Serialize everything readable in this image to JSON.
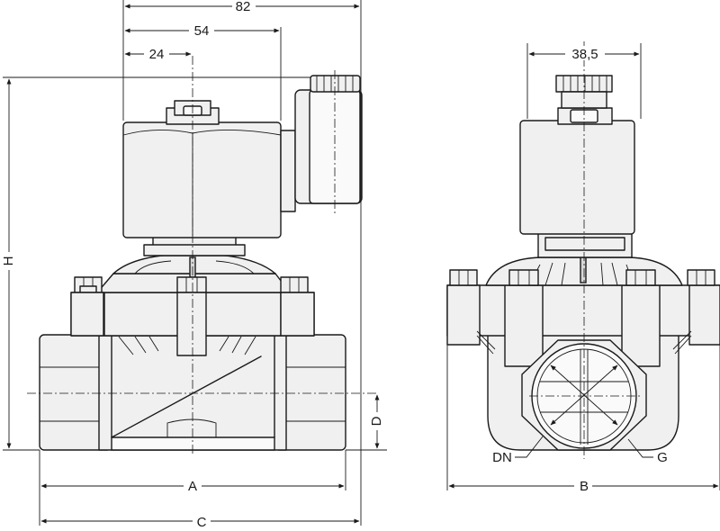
{
  "dimensions": {
    "overall_width": "82",
    "coil_offset": "54",
    "nut_offset": "24",
    "coil_width": "38,5",
    "height": "H",
    "port_height": "D",
    "length_a": "A",
    "length_c": "C",
    "width_b": "B"
  },
  "callouts": {
    "nominal_diameter": "DN",
    "thread": "G"
  }
}
